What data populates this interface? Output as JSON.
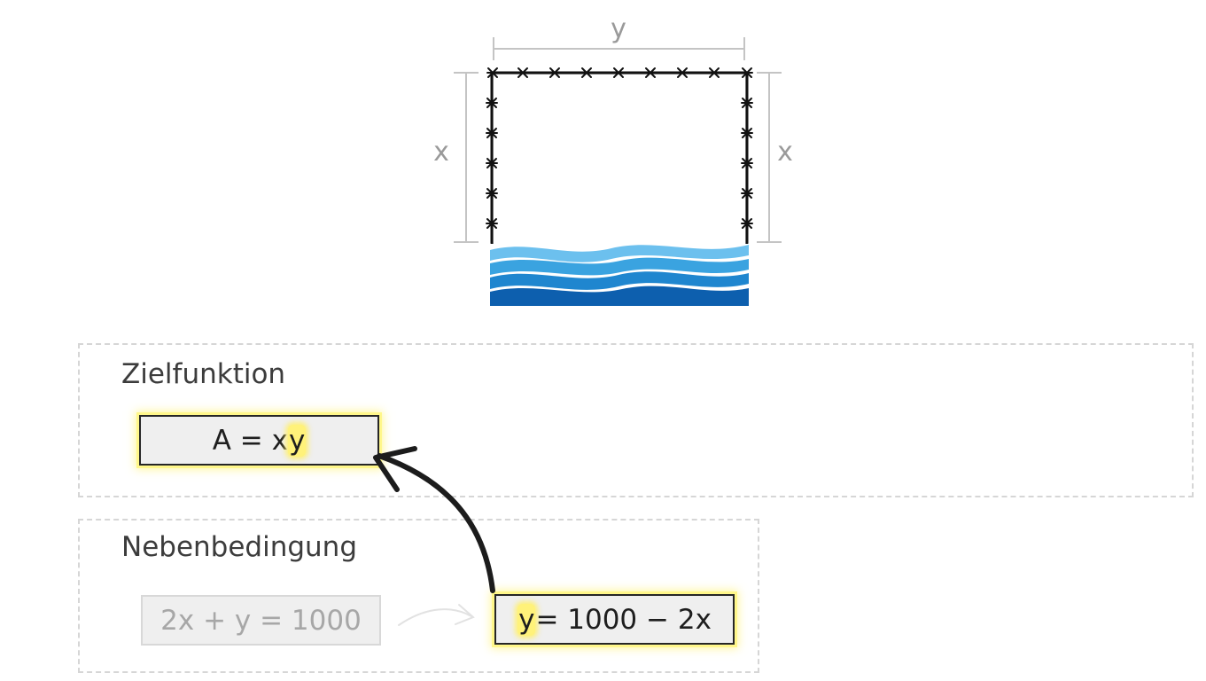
{
  "diagram": {
    "labels": {
      "top": "y",
      "left": "x",
      "right": "x"
    },
    "colors": {
      "fence": "#111111",
      "dimension": "#c4c4c4",
      "water_light": "#5fb6e8",
      "water_mid": "#2a8fd4",
      "water_dark": "#0d5fae"
    }
  },
  "objective": {
    "title": "Zielfunktion",
    "formula_prefix": "A = x",
    "formula_var": "y"
  },
  "constraint": {
    "title": "Nebenbedingung",
    "original": "2x + y = 1000",
    "solved_var": "y",
    "solved_rest": " = 1000 − 2x"
  },
  "colors": {
    "highlight": "#fff27a",
    "panel_border": "#d6d6d6"
  }
}
